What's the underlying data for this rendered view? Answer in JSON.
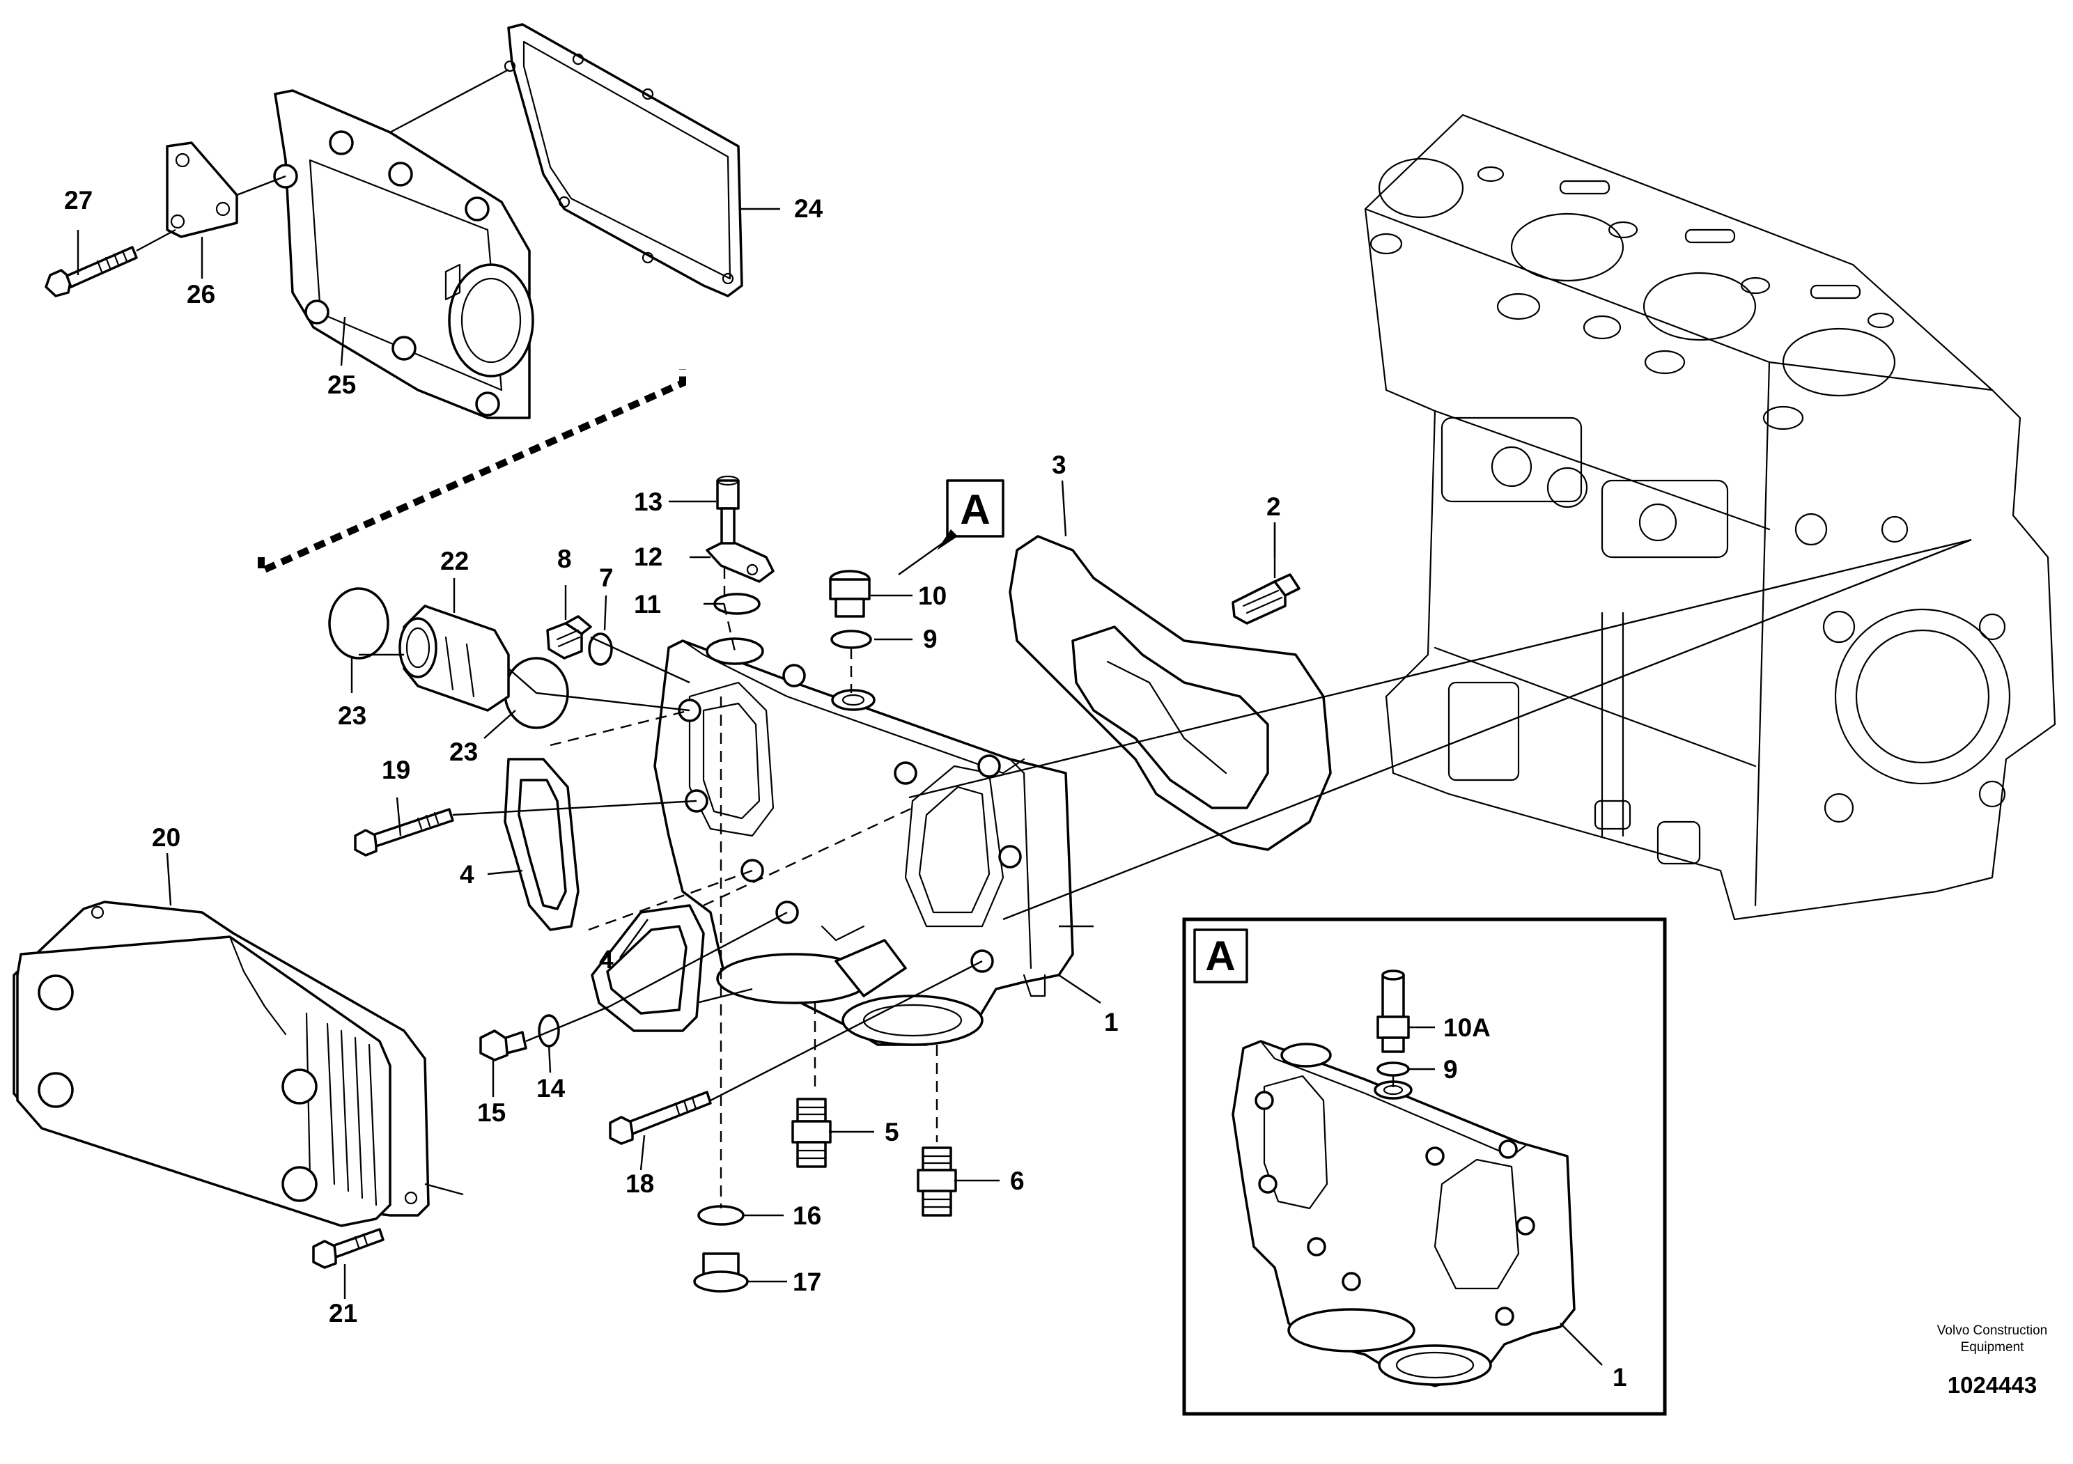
{
  "labels": {
    "p1": "1",
    "p2": "2",
    "p3": "3",
    "p4a": "4",
    "p4b": "4",
    "p5": "5",
    "p6": "6",
    "p7": "7",
    "p8": "8",
    "p9": "9",
    "p10": "10",
    "p11": "11",
    "p12": "12",
    "p13": "13",
    "p14": "14",
    "p15": "15",
    "p16": "16",
    "p17": "17",
    "p18": "18",
    "p19": "19",
    "p20": "20",
    "p21": "21",
    "p22": "22",
    "p23a": "23",
    "p23b": "23",
    "p24": "24",
    "p25": "25",
    "p26": "26",
    "p27": "27"
  },
  "detail": {
    "callout": "A",
    "box_title": "A",
    "p10a": "10A",
    "p9": "9",
    "p1": "1"
  },
  "footer": {
    "credit_line1": "Volvo Construction",
    "credit_line2": "Equipment",
    "doc_number": "1024443"
  }
}
